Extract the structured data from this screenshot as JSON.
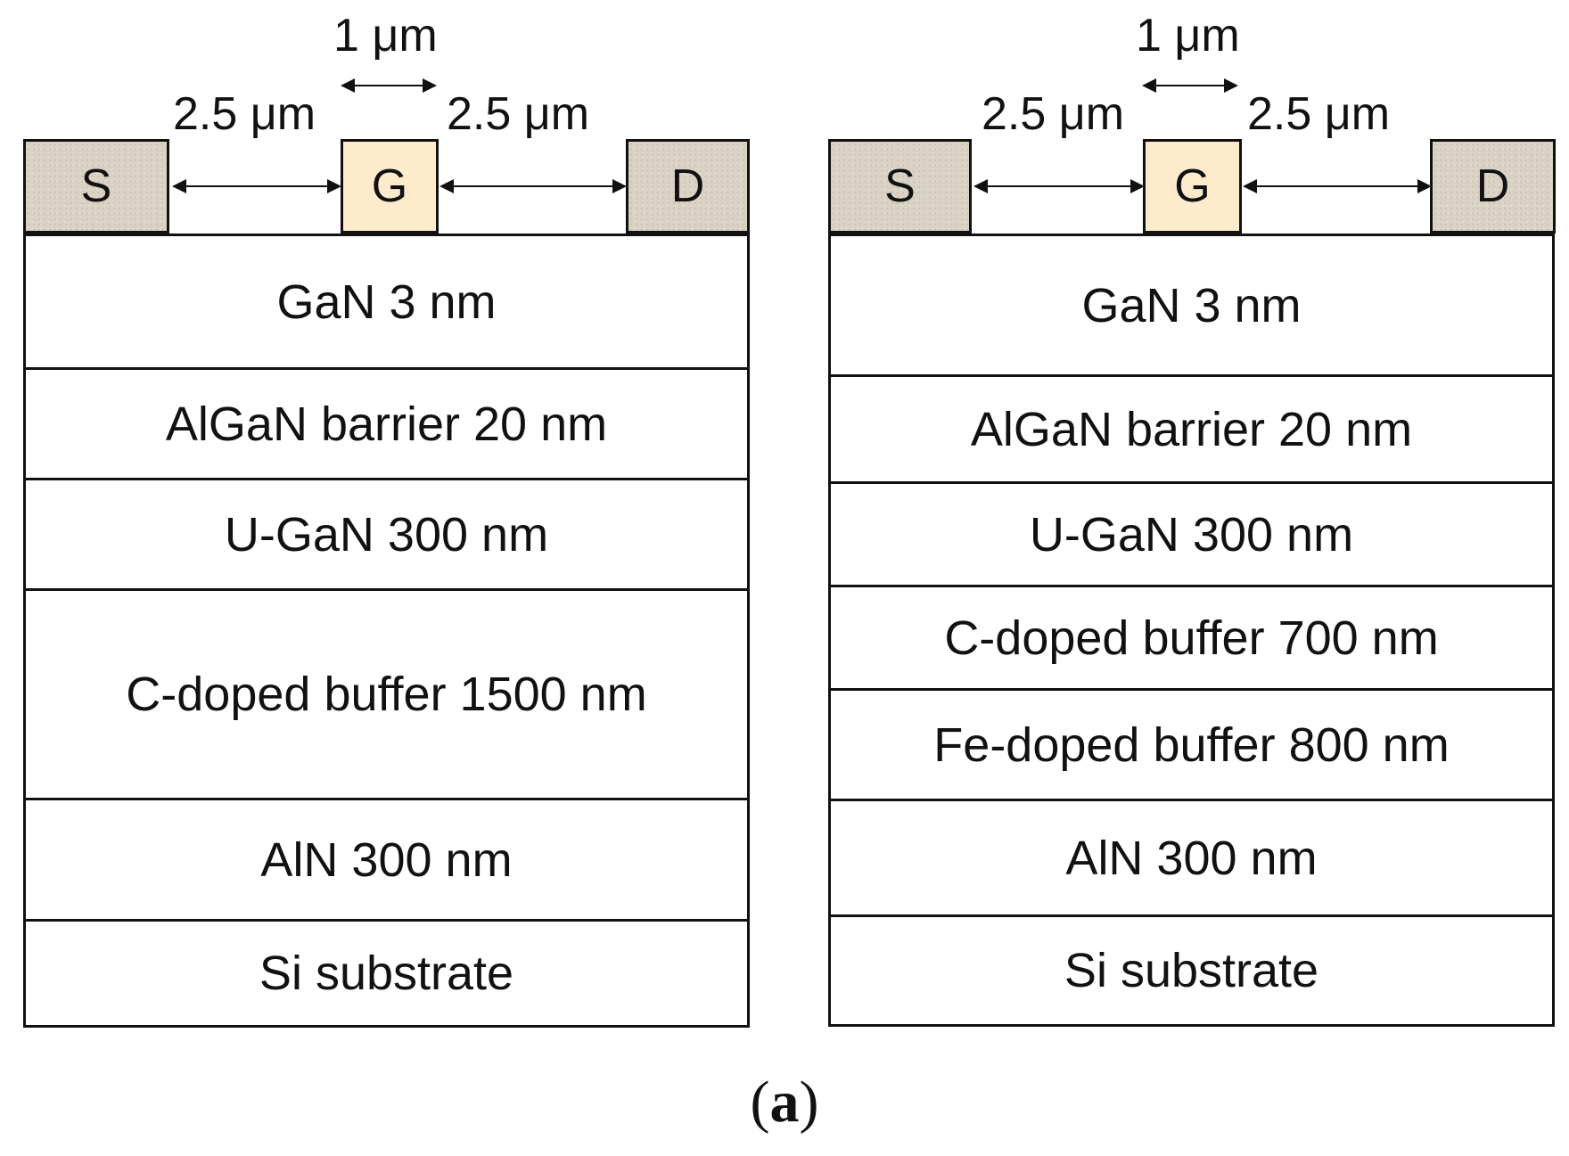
{
  "panels": [
    {
      "contacts": {
        "source": "S",
        "gate": "G",
        "drain": "D"
      },
      "dimensions": {
        "gate_length": "1 μm",
        "gate_source": "2.5 μm",
        "gate_drain": "2.5 μm"
      },
      "layers": [
        {
          "label": "GaN 3 nm"
        },
        {
          "label": "AlGaN barrier 20 nm"
        },
        {
          "label": "U-GaN 300 nm"
        },
        {
          "label": "C-doped buffer 1500 nm"
        },
        {
          "label": "AlN 300 nm"
        },
        {
          "label": "Si substrate"
        }
      ]
    },
    {
      "contacts": {
        "source": "S",
        "gate": "G",
        "drain": "D"
      },
      "dimensions": {
        "gate_length": "1 μm",
        "gate_source": "2.5 μm",
        "gate_drain": "2.5 μm"
      },
      "layers": [
        {
          "label": "GaN 3 nm"
        },
        {
          "label": "AlGaN barrier 20 nm"
        },
        {
          "label": "U-GaN 300 nm"
        },
        {
          "label": "C-doped buffer 700 nm"
        },
        {
          "label": "Fe-doped buffer 800 nm"
        },
        {
          "label": "AlN 300 nm"
        },
        {
          "label": "Si substrate"
        }
      ]
    }
  ],
  "caption": {
    "open": "(",
    "letter": "a",
    "close": ")"
  },
  "colors": {
    "source_drain_fill": "#d9d2c5",
    "gate_fill": "#fdebcc",
    "outline": "#111111"
  }
}
